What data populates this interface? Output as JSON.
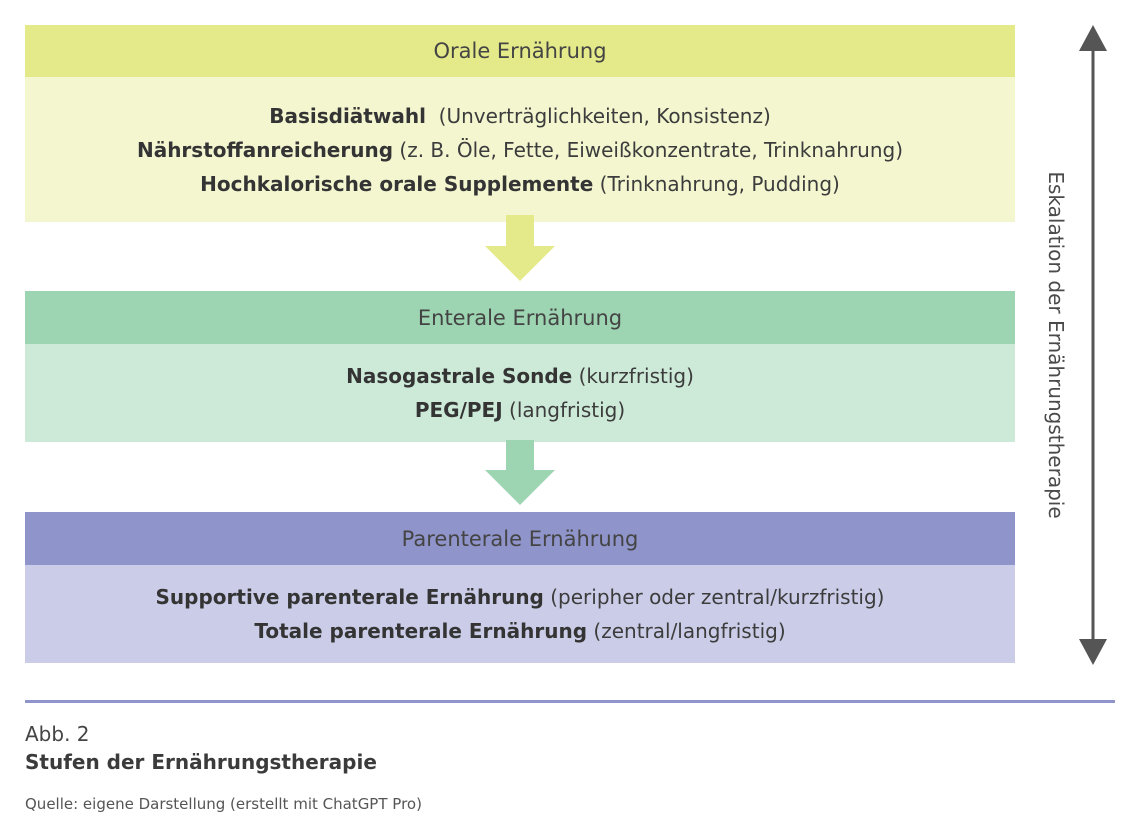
{
  "stages": [
    {
      "title": "Orale Ernährung",
      "color_head": "#e4e989",
      "color_body": "#f4f6d0",
      "lines": [
        {
          "bold": "Basisdiätwahl",
          "rest": "(Unverträglichkeiten, Konsistenz)"
        },
        {
          "bold": "Nährstoffanreicherung",
          "rest": "(z. B. Öle, Fette, Eiweißkonzentrate, Trinknahrung)"
        },
        {
          "bold": "Hochkalorische orale Supplemente",
          "rest": "(Trinknahrung, Pudding)"
        }
      ]
    },
    {
      "title": "Enterale Ernährung",
      "color_head": "#9dd4b2",
      "color_body": "#cdead9",
      "lines": [
        {
          "bold": "Nasogastrale Sonde",
          "rest": "(kurzfristig)"
        },
        {
          "bold": "PEG/PEJ",
          "rest": "(langfristig)"
        }
      ]
    },
    {
      "title": "Parenterale Ernährung",
      "color_head": "#8f94ca",
      "color_body": "#cbcde8",
      "lines": [
        {
          "bold": "Supportive parenterale Ernährung",
          "rest": "(peripher oder zentral/kurzfristig)"
        },
        {
          "bold": "Totale parenterale Ernährung",
          "rest": "(zentral/langfristig)"
        }
      ]
    }
  ],
  "arrows": [
    {
      "icon": "arrow-down-icon",
      "color": "#e4e989"
    },
    {
      "icon": "arrow-down-icon",
      "color": "#9dd4b2"
    }
  ],
  "escalation": {
    "label": "Eskalation der Ernährungstherapie",
    "icon": "double-headed-arrow-icon",
    "color": "#555555"
  },
  "caption": {
    "number": "Abb. 2",
    "title": "Stufen der Ernährungstherapie",
    "source": "Quelle: eigene Darstellung (erstellt mit ChatGPT Pro)",
    "divider_color": "#8f94ca"
  }
}
